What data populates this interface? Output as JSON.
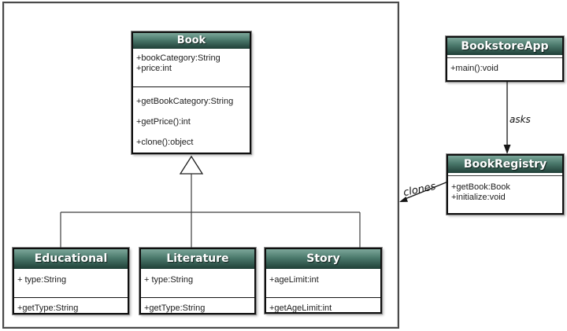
{
  "diagram": {
    "classes": [
      {
        "name": "Book",
        "attributes": [
          "+bookCategory:String",
          "+price:int"
        ],
        "methods": [
          "+getBookCategory:String",
          "+getPrice():int",
          "+clone():object"
        ]
      },
      {
        "name": "Educational",
        "attributes": [
          "+ type:String"
        ],
        "methods": [
          "+getType:String"
        ]
      },
      {
        "name": "Literature",
        "attributes": [
          "+ type:String"
        ],
        "methods": [
          "+getType:String"
        ]
      },
      {
        "name": "Story",
        "attributes": [
          "+ageLimit:int"
        ],
        "methods": [
          "+getAgeLimit:int"
        ]
      },
      {
        "name": "BookstoreApp",
        "attributes": [],
        "methods": [
          "+main():void"
        ]
      },
      {
        "name": "BookRegistry",
        "attributes": [],
        "methods": [
          "+getBook:Book",
          "+initialize:void"
        ]
      }
    ],
    "relationships": [
      {
        "type": "generalization",
        "from": [
          "Educational",
          "Literature",
          "Story"
        ],
        "to": "Book",
        "label": ""
      },
      {
        "type": "directed-association",
        "from": "BookstoreApp",
        "to": "BookRegistry",
        "label": "asks"
      },
      {
        "type": "directed-association",
        "from": "BookRegistry",
        "to": "Book hierarchy boundary",
        "label": "clones"
      }
    ],
    "labels": {
      "asks": "asks",
      "clones": "clones"
    },
    "colors": {
      "header_gradient_top": "#7ca79a",
      "header_gradient_bottom": "#1f3f37",
      "header_text": "#ffffff",
      "body_text": "#1c1c1c",
      "box_border": "#0f0f0f",
      "outer_border": "#4a4a4a",
      "connector": "#2a2a2a",
      "background": "#ffffff"
    }
  }
}
